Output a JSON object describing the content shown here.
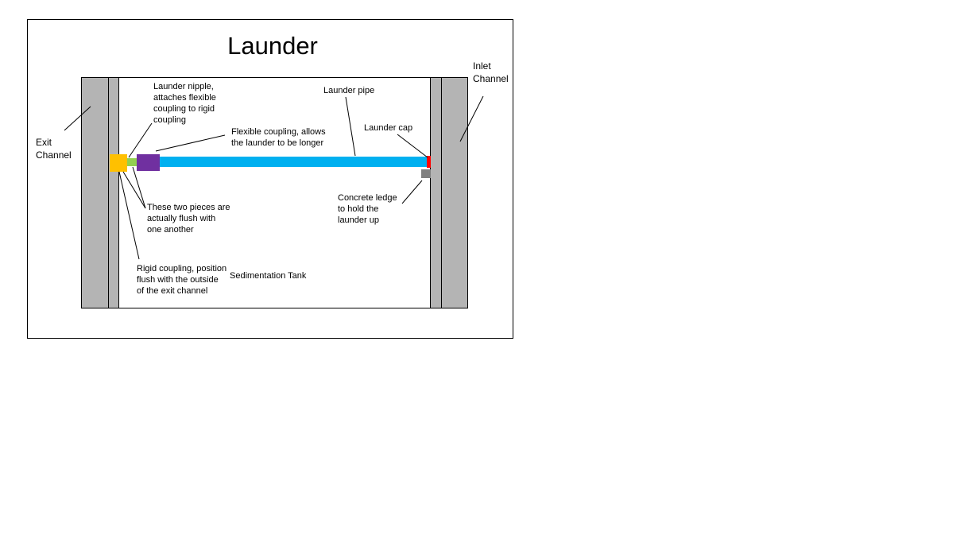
{
  "title": "Launder",
  "labels": {
    "exit_channel": "Exit\nChannel",
    "inlet_channel": "Inlet\nChannel",
    "launder_nipple": "Launder nipple,\nattaches flexible\ncoupling to rigid\ncoupling",
    "flexible_coupling": "Flexible coupling, allows\nthe launder to be longer",
    "launder_pipe": "Launder pipe",
    "launder_cap": "Launder cap",
    "concrete_ledge": "Concrete ledge\nto hold the\nlaunder up",
    "flush_note": "These two pieces are\nactually flush with\none another",
    "rigid_coupling": "Rigid coupling, position\nflush with the outside\nof the exit channel",
    "sedimentation_tank": "Sedimentation Tank"
  },
  "colors": {
    "channel_wall": "#b4b4b4",
    "rigid_coupling": "#ffc000",
    "launder_nipple": "#92d050",
    "flexible_coupling": "#7030a0",
    "launder_pipe": "#00b0f0",
    "launder_cap": "#ff0000",
    "concrete_ledge": "#808080"
  }
}
